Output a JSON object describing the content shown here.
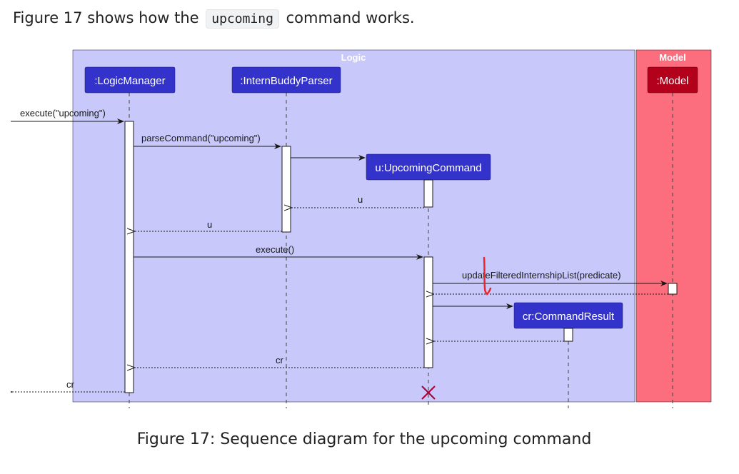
{
  "intro": {
    "before": "Figure 17 shows how the",
    "code": "upcoming",
    "after": "command works."
  },
  "caption": "Figure 17: Sequence diagram for the upcoming command",
  "diagram": {
    "boxes": {
      "logic": "Logic",
      "model": "Model"
    },
    "participants": {
      "logic_manager": ":LogicManager",
      "parser": ":InternBuddyParser",
      "upcoming_command": "u:UpcomingCommand",
      "command_result": "cr:CommandResult",
      "model": ":Model"
    },
    "messages": {
      "execute_upcoming": "execute(\"upcoming\")",
      "parse_command": "parseCommand(\"upcoming\")",
      "return_u_parser": "u",
      "return_u_manager": "u",
      "execute": "execute()",
      "update_filtered": "updateFilteredInternshipList(predicate)",
      "return_cr_manager": "cr",
      "return_cr_caller": "cr"
    },
    "colors": {
      "logic_box_fill": "#c8c8fa",
      "model_box_fill": "#fc6e7e",
      "participant_fill": "#3333cc",
      "model_participant_fill": "#b3001b",
      "destroy_mark": "#a80036",
      "annotation": "#e8262e"
    }
  }
}
